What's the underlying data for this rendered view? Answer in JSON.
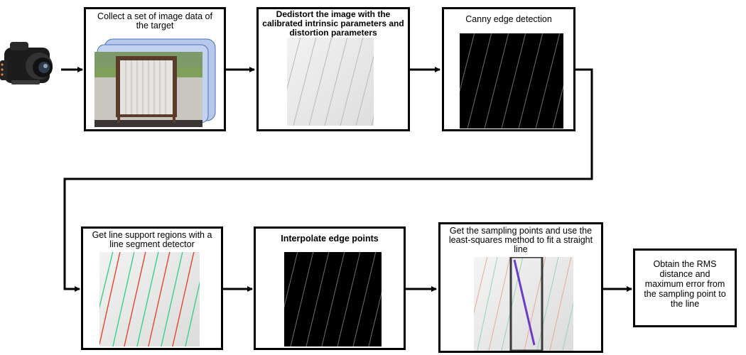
{
  "steps": {
    "collect": {
      "label": "Collect a set of image data of the target"
    },
    "undistort": {
      "label": "Dedistort the image with the calibrated intrinsic parameters and distortion parameters"
    },
    "canny": {
      "label": "Canny edge detection"
    },
    "lsd": {
      "label": "Get line support regions with a line segment detector"
    },
    "interpolate": {
      "label": "Interpolate edge points"
    },
    "fit": {
      "label": "Get the sampling points and use the least-squares method to fit a straight line"
    },
    "result": {
      "label": "Obtain the RMS distance and maximum error from the sampling point to the line"
    }
  },
  "colors": {
    "stroke": "#000000",
    "stack_fill": "#b7c8ea",
    "stack_border": "#4a6fb8",
    "red_line": "#e8452a",
    "green_line": "#3ad08a",
    "purple_line": "#6a3cc8"
  }
}
